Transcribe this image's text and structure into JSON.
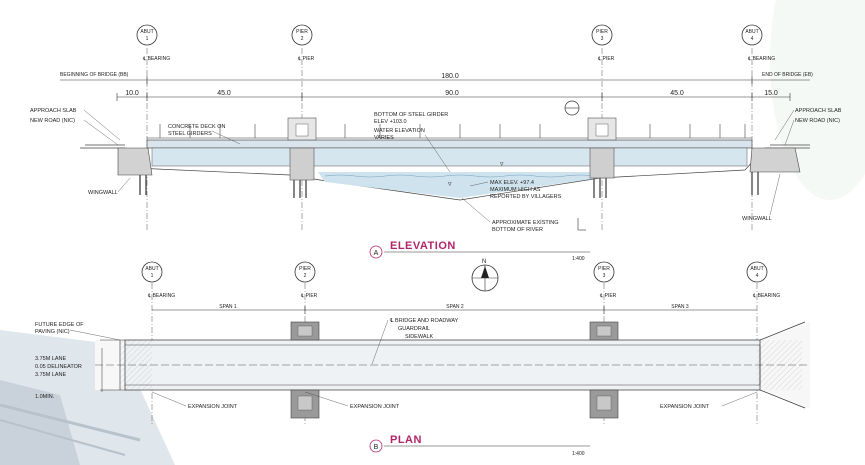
{
  "elevation": {
    "markers": [
      {
        "line1": "ABUT",
        "line2": "1",
        "tag": "℄ BEARING"
      },
      {
        "line1": "PIER",
        "line2": "2",
        "tag": "℄ PIER"
      },
      {
        "line1": "PIER",
        "line2": "3",
        "tag": "℄ PIER"
      },
      {
        "line1": "ABUT",
        "line2": "4",
        "tag": "℄ BEARING"
      }
    ],
    "beginning_label": "BEGINNING OF BRIDGE (BB)",
    "end_label": "END OF BRIDGE (EB)",
    "total_length": "180.0",
    "spans": [
      "10.0",
      "45.0",
      "90.0",
      "45.0",
      "15.0"
    ],
    "left_labels": [
      "APPROACH SLAB",
      "NEW ROAD (NIC)"
    ],
    "right_labels": [
      "APPROACH SLAB",
      "NEW ROAD (NIC)"
    ],
    "deck_label_1": "CONCRETE DECK ON",
    "deck_label_2": "STEEL GIRDERS",
    "girder_label_1": "BOTTOM OF STEEL GIRDER",
    "girder_label_2": "ELEV +103.0",
    "water_label_1": "WATER ELEVATION",
    "water_label_2": "VARIES",
    "maxelev_1": "MAX ELEV. +97.4",
    "maxelev_2": "MAXIMUM HIGH AS",
    "maxelev_3": "REPORTED BY VILLAGERS",
    "river_1": "APPROXIMATE EXISTING",
    "river_2": "BOTTOM OF RIVER",
    "wingwall_left": "WINGWALL",
    "wingwall_right": "WINGWALL",
    "title_letter": "A",
    "title": "ELEVATION",
    "scale": "1:400"
  },
  "plan": {
    "markers": [
      {
        "line1": "ABUT",
        "line2": "1",
        "tag": "℄ BEARING"
      },
      {
        "line1": "PIER",
        "line2": "2",
        "tag": "℄ PIER"
      },
      {
        "line1": "PIER",
        "line2": "3",
        "tag": "℄ PIER"
      },
      {
        "line1": "ABUT",
        "line2": "4",
        "tag": "℄ BEARING"
      }
    ],
    "spans": [
      "SPAN 1",
      "SPAN 2",
      "SPAN 3"
    ],
    "north": "N",
    "centerline": "℄ BRIDGE AND ROADWAY",
    "guardrail": "GUARDRAIL",
    "sidewalk": "SIDEWALK",
    "future_1": "FUTURE EDGE OF",
    "future_2": "PAVING (NIC)",
    "lane_1": "3.75M LANE",
    "delineator": "0.05 DELINEATOR",
    "lane_2": "3.75M LANE",
    "min": "1.0MIN.",
    "expansion": [
      "EXPANSION JOINT",
      "EXPANSION JOINT",
      "EXPANSION JOINT"
    ],
    "title_letter": "B",
    "title": "PLAN",
    "scale": "1:400"
  },
  "colors": {
    "title_accent": "#b0256a",
    "water": "#cfe3ef",
    "deck": "#d9e4ec",
    "pier": "#8c8c8c"
  }
}
